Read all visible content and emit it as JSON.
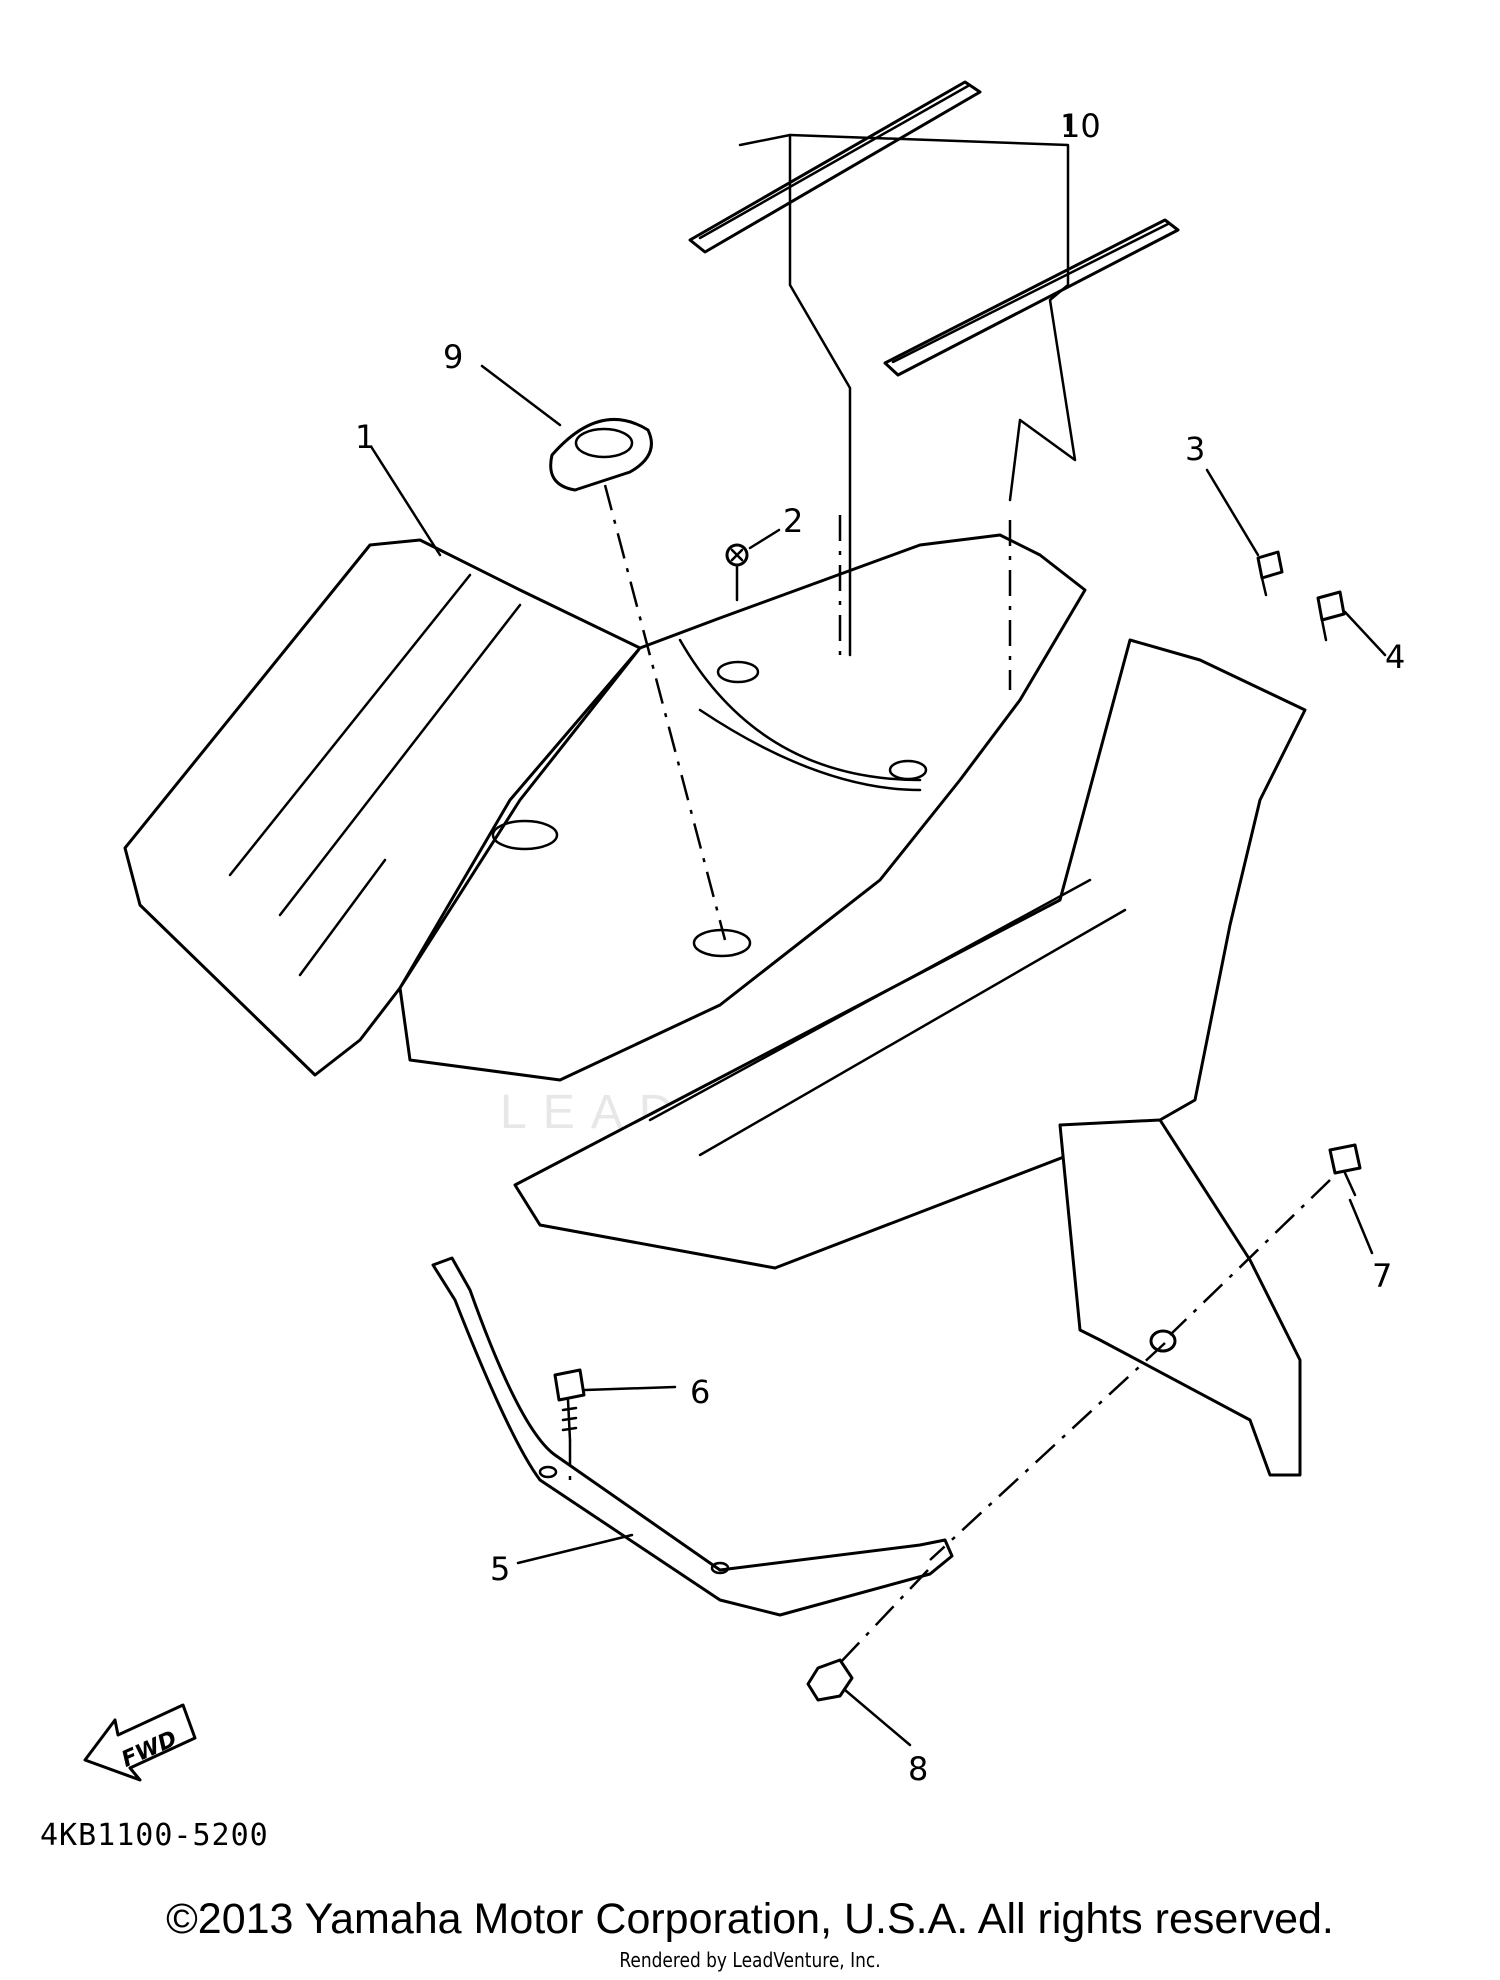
{
  "callouts": [
    {
      "id": "1",
      "label": "1"
    },
    {
      "id": "2",
      "label": "2"
    },
    {
      "id": "3",
      "label": "3"
    },
    {
      "id": "4",
      "label": "4"
    },
    {
      "id": "5",
      "label": "5"
    },
    {
      "id": "6",
      "label": "6"
    },
    {
      "id": "7",
      "label": "7"
    },
    {
      "id": "8",
      "label": "8"
    },
    {
      "id": "9",
      "label": "9"
    },
    {
      "id": "10",
      "label": "10"
    }
  ],
  "fwd_label": "FWD",
  "diagram_code": "4KB1100-5200",
  "copyright": "©2013 Yamaha Motor Corporation, U.S.A. All rights reserved.",
  "rendered_by": "Rendered by LeadVenture, Inc.",
  "watermark": "LEADVENTURE"
}
